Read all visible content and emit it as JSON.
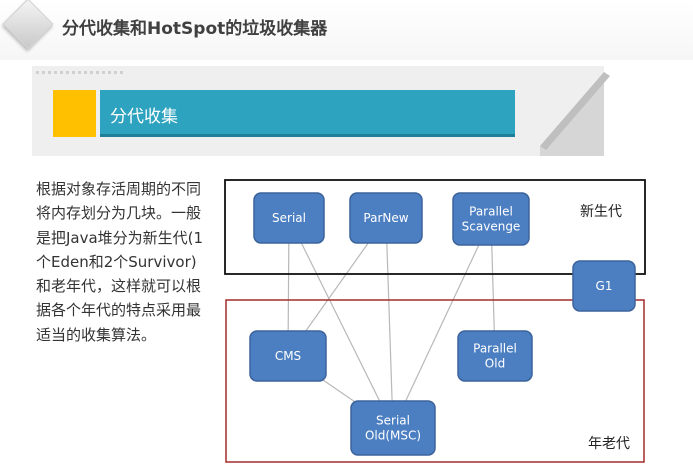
{
  "page": {
    "title": "分代收集和HotSpot的垃圾收集器",
    "section_title": "分代收集",
    "description": "根据对象存活周期的不同将内存划分为几块。一般是把Java堆分为新生代(1个Eden和2个Survivor)和老年代，这样就可以根据各个年代的特点采用最适当的收集算法。"
  },
  "diagram": {
    "regions": {
      "young": "新生代",
      "old": "年老代"
    },
    "nodes": [
      {
        "id": "serial",
        "lines": [
          "Serial"
        ]
      },
      {
        "id": "parnew",
        "lines": [
          "ParNew"
        ]
      },
      {
        "id": "parallel-scavenge",
        "lines": [
          "Parallel",
          "Scavenge"
        ]
      },
      {
        "id": "g1",
        "lines": [
          "G1"
        ]
      },
      {
        "id": "cms",
        "lines": [
          "CMS"
        ]
      },
      {
        "id": "parallel-old",
        "lines": [
          "Parallel",
          "Old"
        ]
      },
      {
        "id": "serial-old",
        "lines": [
          "Serial",
          "Old(MSC)"
        ]
      }
    ],
    "edges": [
      [
        "serial",
        "cms"
      ],
      [
        "serial",
        "serial-old"
      ],
      [
        "parnew",
        "cms"
      ],
      [
        "parnew",
        "serial-old"
      ],
      [
        "parallel-scavenge",
        "serial-old"
      ],
      [
        "parallel-scavenge",
        "parallel-old"
      ],
      [
        "cms",
        "serial-old"
      ]
    ],
    "colors": {
      "node_fill": "#4c7fc2",
      "node_stroke": "#3b639b",
      "edge": "#b8b8b8",
      "young_border": "#111111",
      "old_border": "#a52a2a",
      "accent_yellow": "#ffc000",
      "accent_blue": "#2ea3bf"
    }
  }
}
